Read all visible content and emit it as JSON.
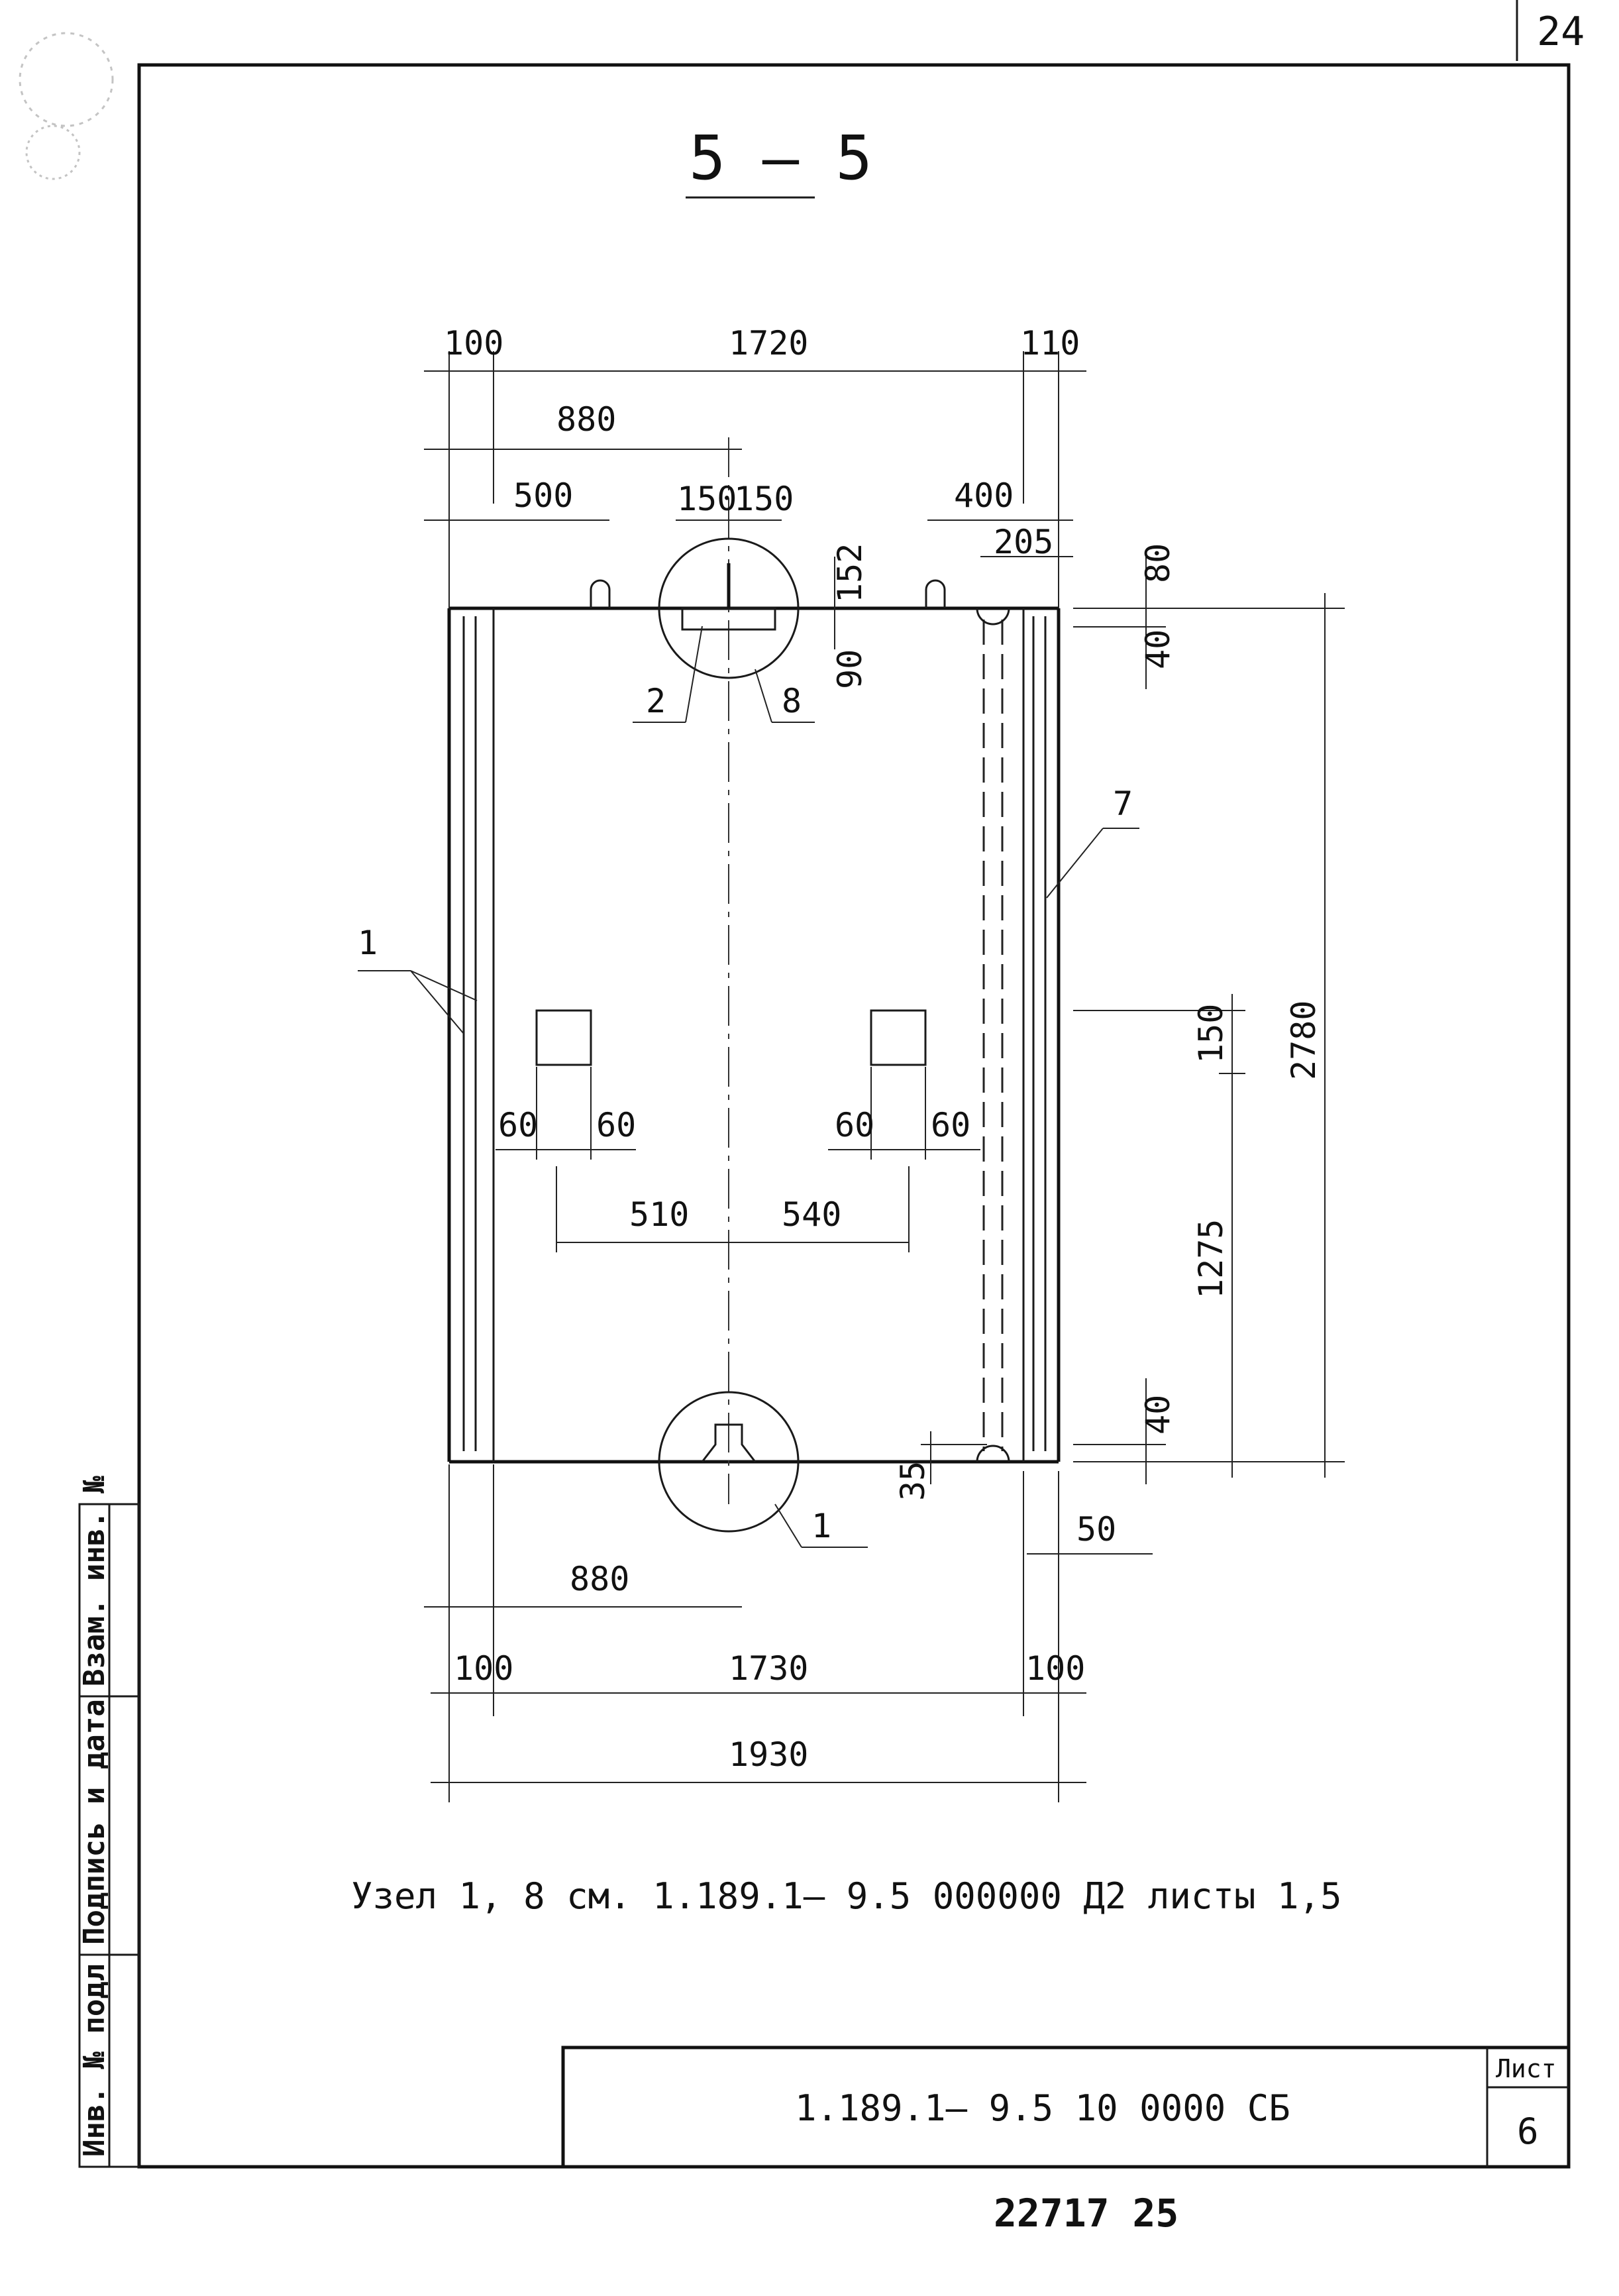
{
  "page_number": "24",
  "section_title": "5 – 5",
  "dimensions_top": {
    "left": "100",
    "middle": "1720",
    "right": "110"
  },
  "dimensions_second": {
    "d880": "880",
    "d500": "500",
    "d150a": "150",
    "d150b": "150",
    "d400": "400",
    "d205": "205",
    "d80": "80",
    "d152": "152",
    "d40a": "40",
    "d90": "90"
  },
  "dimensions_middle": {
    "d60a": "60",
    "d60b": "60",
    "d60c": "60",
    "d60d": "60",
    "d510": "510",
    "d540": "540",
    "d150": "150",
    "d1275": "1275",
    "d2780": "2780",
    "d40b": "40",
    "d35": "35",
    "d50": "50"
  },
  "dimensions_bottom": {
    "d880": "880",
    "d100a": "100",
    "d1730": "1730",
    "d100b": "100",
    "d1930": "1930"
  },
  "callouts": {
    "c1a": "1",
    "c2": "2",
    "c8": "8",
    "c7": "7",
    "c1b": "1"
  },
  "note": "Узел 1, 8  см. 1.189.1– 9.5  000000 Д2  листы 1,5",
  "title_block": {
    "code": "1.189.1– 9.5  10 0000 СБ",
    "sheet_label": "Лист",
    "sheet_number": "6"
  },
  "side_stamp": {
    "inv_podl": "Инв. № подл",
    "podpis_data": "Подпись и дата",
    "vzam_inv": "Взам. инв. №"
  },
  "bottom_number": "22717   25"
}
